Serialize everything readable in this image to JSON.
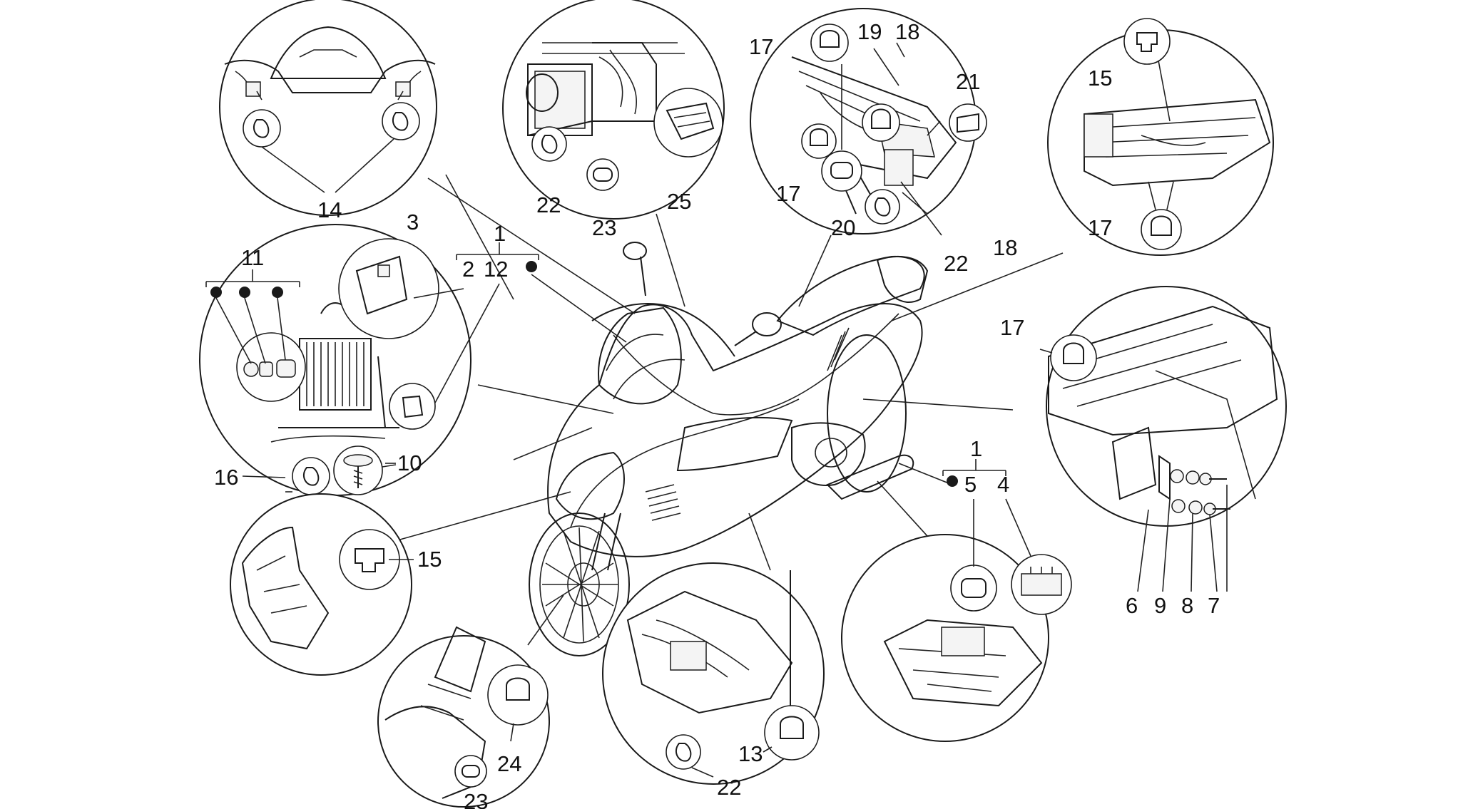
{
  "labels": {
    "l1a": "1",
    "l2": "2",
    "l12": "12",
    "l3": "3",
    "l11": "11",
    "l14": "14",
    "l16": "16",
    "l10": "10",
    "l15a": "15",
    "l23a": "23",
    "l24": "24",
    "l22a": "22",
    "l13": "13",
    "l22b": "22",
    "l23b": "23",
    "l25": "25",
    "l17a": "17",
    "l19": "19",
    "l18a": "18",
    "l21": "21",
    "l17b": "17",
    "l20": "20",
    "l22c": "22",
    "l18b": "18",
    "l15b": "15",
    "l17c": "17",
    "l17d": "17",
    "l6": "6",
    "l9": "9",
    "l8": "8",
    "l7": "7",
    "l1b": "1",
    "l5": "5",
    "l4": "4"
  }
}
